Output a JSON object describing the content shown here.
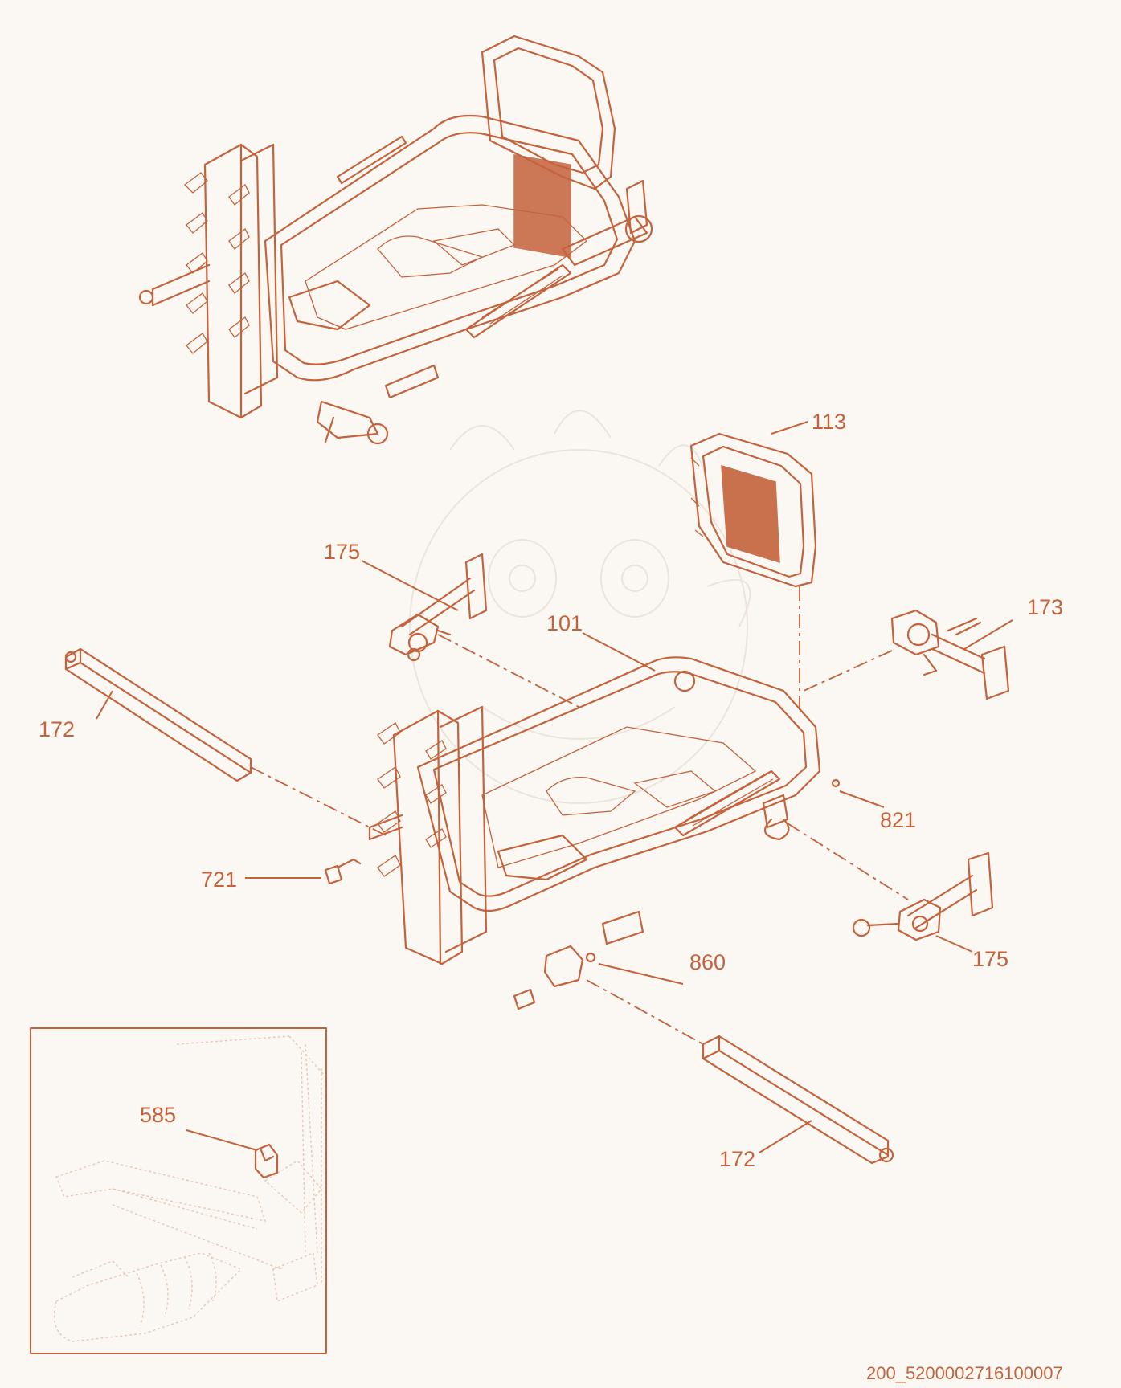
{
  "colors": {
    "ink": "#c4623c",
    "background": "#fbf8f3"
  },
  "callouts": {
    "c113": "113",
    "c175a": "175",
    "c173": "173",
    "c101": "101",
    "c172a": "172",
    "c821": "821",
    "c721": "721",
    "c175b": "175",
    "c860": "860",
    "c585": "585",
    "c172b": "172"
  },
  "drawing_code": "200_5200002716100007"
}
